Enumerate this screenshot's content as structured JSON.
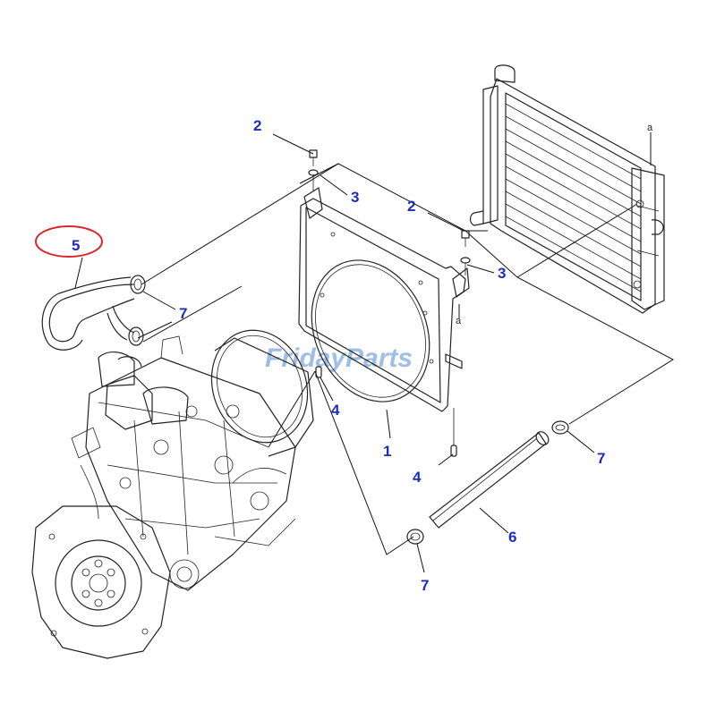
{
  "diagram": {
    "label_color": "#1a2dbf",
    "highlight_color": "#d9262b",
    "watermark_color": "#8fb3e0",
    "watermark_accent": "#f2a21b",
    "watermark_text": "FridayParts",
    "callouts": {
      "fan_shroud": "1",
      "bolt_upper": "2",
      "bolt_right": "2",
      "washer_upper": "3",
      "washer_right": "3",
      "pin_left": "4",
      "pin_bottom": "4",
      "upper_hose": "5",
      "lower_hose": "6",
      "clamp_upper": "7",
      "clamp_right": "7",
      "clamp_lower": "7"
    },
    "reference_marks": {
      "radiator": "a",
      "shroud": "a"
    }
  }
}
